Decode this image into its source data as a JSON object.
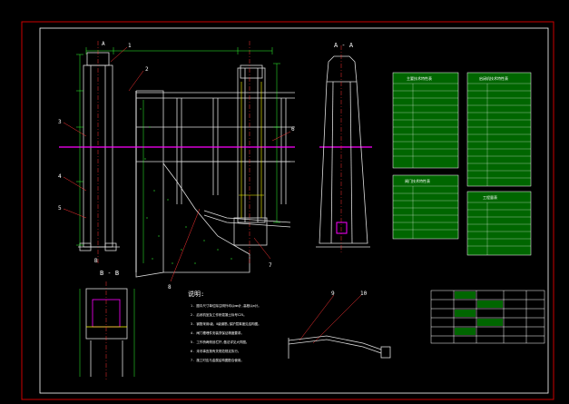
{
  "drawing": {
    "colors": {
      "background": "#000000",
      "frame": "#cc0000",
      "inner_frame": "#ffffff",
      "structure": "#dddddd",
      "section_line": "#ff00ff",
      "dimension": "#33ff33",
      "annotation": "#ffff00",
      "leader": "#ff3333",
      "table_fill": "#006600"
    },
    "section_marks": {
      "top_a": "A",
      "section_a_title": "A - A",
      "section_b_title": "B - B",
      "left_b": "B"
    },
    "callouts": [
      "1",
      "2",
      "3",
      "4",
      "5",
      "6",
      "7",
      "8",
      "9",
      "10"
    ],
    "notes_title": "说明:",
    "notes": [
      "1. 图中尺寸单位除注明外均以mm计,高程以m计。",
      "2. 启闭机室及工作桥混凝土标号C25。",
      "3. 钢筋采用Ⅰ级、Ⅱ级钢筋,保护层厚度见结构图。",
      "4. 闸门槽埋件安装须保证精度要求。",
      "5. 工作桥两侧设栏杆,做法详见大样图。",
      "6. 未尽事宜按有关规范规定执行。",
      "7. 施工时应与金属结构图配合使用。"
    ],
    "tables": [
      {
        "title": "主要技术特性表"
      },
      {
        "title": "启闭机技术特性表"
      },
      {
        "title": "闸门技术特性表"
      },
      {
        "title": "工程量表"
      }
    ]
  }
}
